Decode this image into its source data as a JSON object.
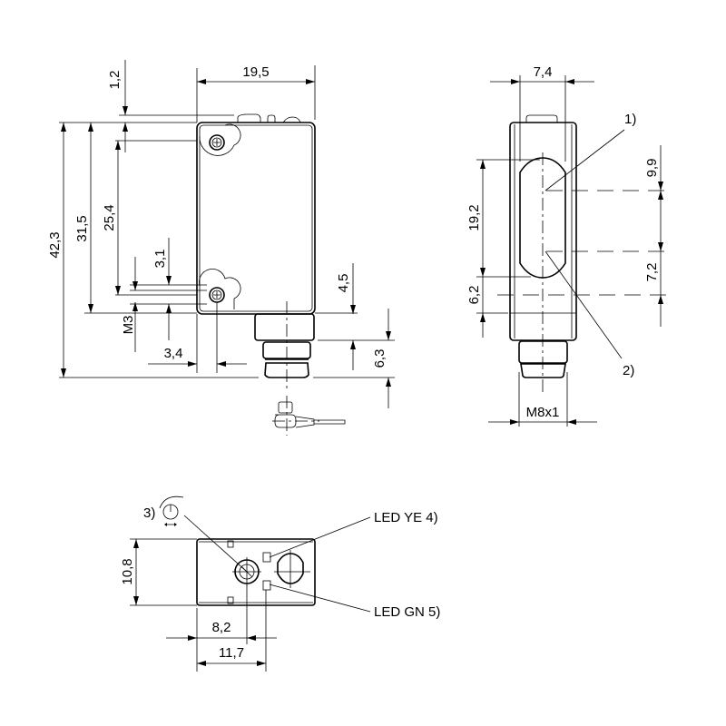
{
  "front_view": {
    "dims": {
      "width": "19,5",
      "top_offset": "1,2",
      "total_height": "42,3",
      "body_height": "31,5",
      "hole_spacing": "25,4",
      "hole_dia_offset": "3,1",
      "thread": "M3",
      "hole_x": "3,4",
      "connector_height": "4,5",
      "nut_height": "6,3"
    }
  },
  "side_view": {
    "dims": {
      "width": "7,4",
      "window_height": "19,2",
      "bottom_offset": "6,2",
      "emitter_offset": "9,9",
      "receiver_offset": "7,2",
      "connector_thread": "M8x1"
    },
    "callouts": {
      "emitter": "1)",
      "receiver": "2)"
    }
  },
  "bottom_view": {
    "dims": {
      "height": "10,8",
      "pot_x": "8,2",
      "led_x": "11,7"
    },
    "callouts": {
      "potentiometer": "3)",
      "led_yellow": "LED YE 4)",
      "led_green": "LED GN 5)"
    }
  }
}
